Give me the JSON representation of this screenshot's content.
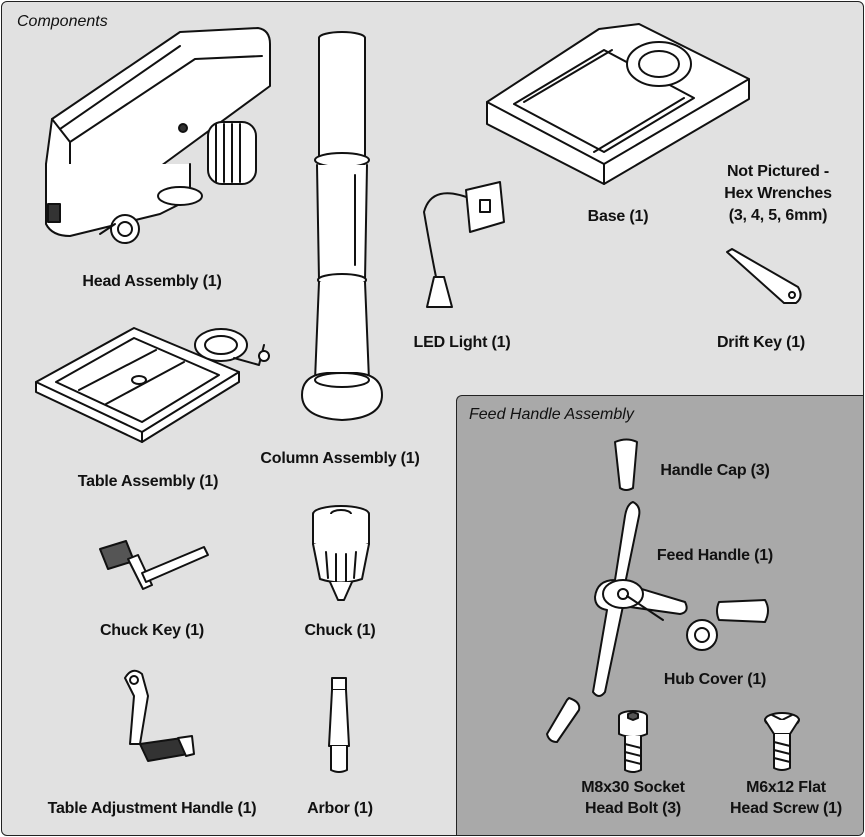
{
  "diagram": {
    "section_title": "Components",
    "inset_title": "Feed Handle Assembly",
    "labels": {
      "head_assembly": "Head Assembly (1)",
      "column_assembly": "Column Assembly (1)",
      "led_light": "LED Light (1)",
      "base": "Base (1)",
      "not_pictured_1": "Not Pictured -",
      "not_pictured_2": "Hex Wrenches",
      "not_pictured_3": "(3, 4, 5, 6mm)",
      "drift_key": "Drift Key (1)",
      "table_assembly": "Table Assembly (1)",
      "chuck_key": "Chuck Key (1)",
      "chuck": "Chuck (1)",
      "table_adjustment_handle": "Table Adjustment Handle (1)",
      "arbor": "Arbor (1)",
      "handle_cap": "Handle Cap (3)",
      "feed_handle": "Feed Handle (1)",
      "hub_cover": "Hub Cover (1)",
      "socket_bolt_1": "M8x30 Socket",
      "socket_bolt_2": "Head Bolt (3)",
      "flat_screw_1": "M6x12 Flat",
      "flat_screw_2": "Head Screw (1)"
    },
    "colors": {
      "panel": "#e1e1e1",
      "inset_panel": "#a9a9a9",
      "line": "#111111"
    }
  }
}
